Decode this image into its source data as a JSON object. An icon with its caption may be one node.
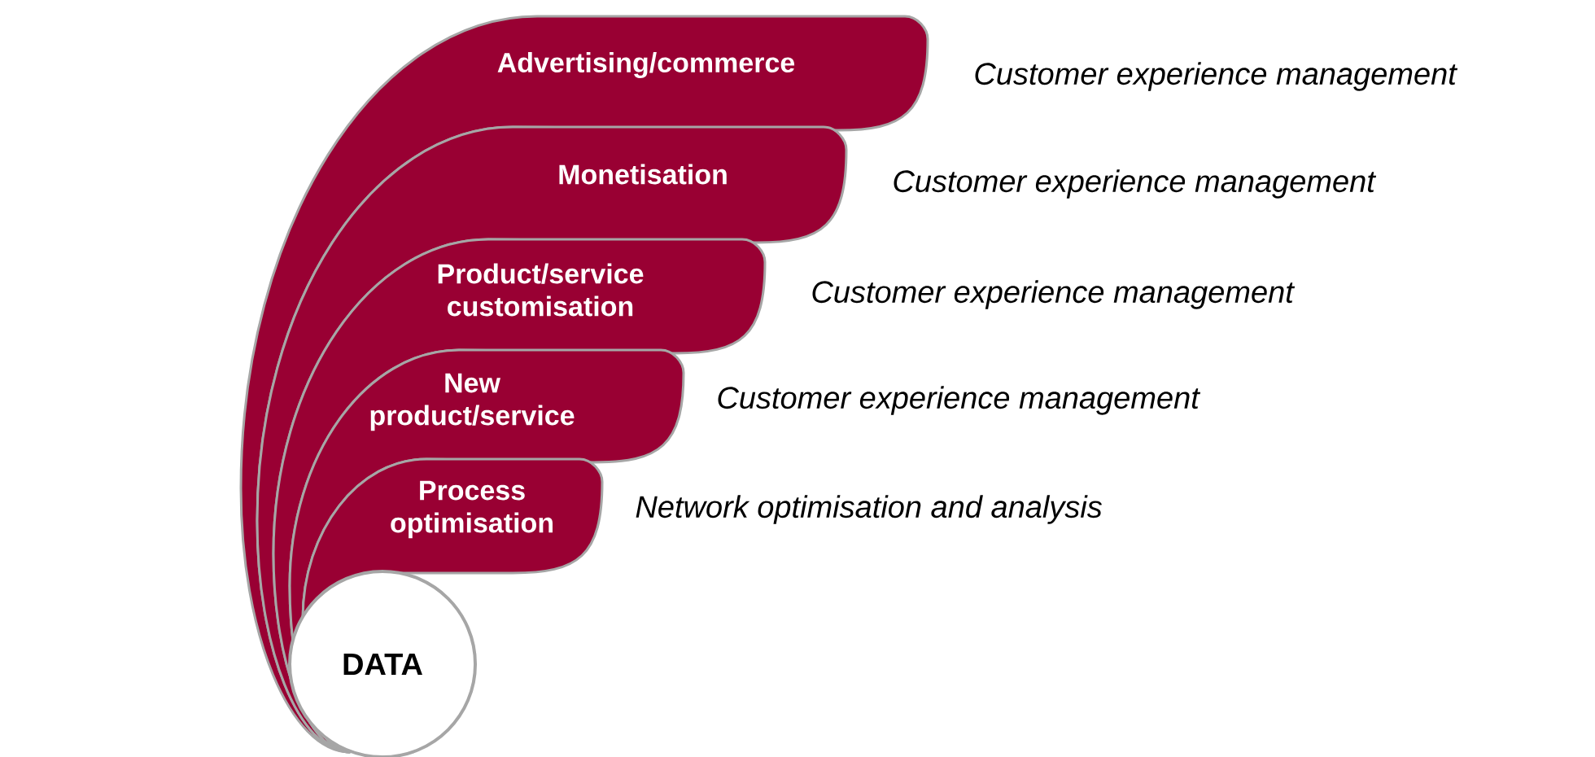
{
  "diagram": {
    "nodes": [
      {
        "text": [
          "Advertising/commerce"
        ]
      },
      {
        "text": [
          "Monetisation"
        ]
      },
      {
        "text": [
          "Product/service customisation"
        ]
      },
      {
        "text": [
          "New product/service"
        ]
      },
      {
        "text": [
          "Process optimisation"
        ]
      },
      {
        "text": [
          "DATA"
        ]
      }
    ],
    "labels": [
      "Customer experience management",
      "Customer experience management",
      "Customer experience management",
      "Customer experience management",
      "Network optimisation and analysis"
    ]
  }
}
